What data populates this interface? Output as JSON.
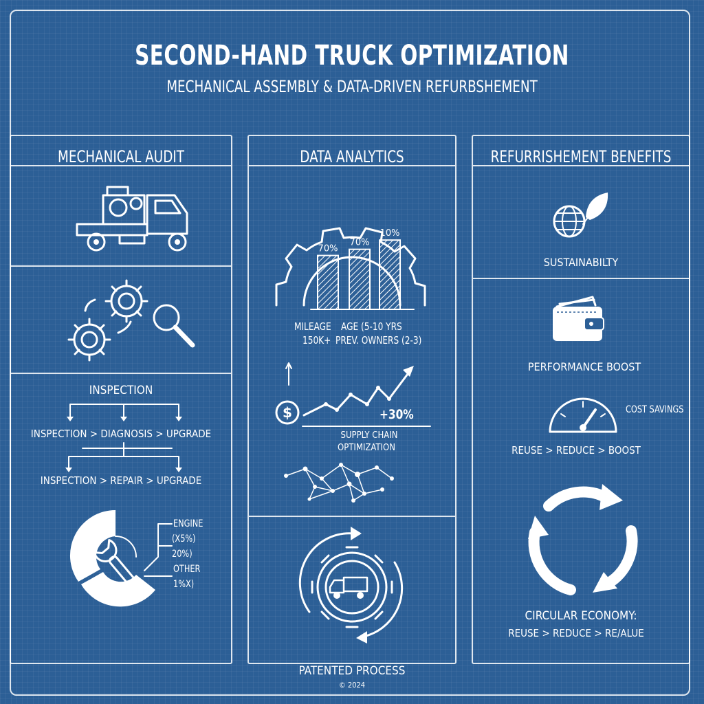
{
  "header": {
    "title": "SECOND-HAND TRUCK OPTIMIZATION",
    "subtitle": "MECHANICAL ASSEMBLY & DATA-DRIVEN REFURBSHEMENT"
  },
  "panels": {
    "mechanical": {
      "title": "MECHANICAL AUDIT",
      "flow_title": "INSPECTION",
      "flow1": "INSPECTION > DIAGNOSIS > UPGRADE",
      "flow2": "INSPECTION > REPAIR > UPGRADE",
      "legend": {
        "engine": "ENGINE",
        "engine_pct": "(X5%)",
        "mid_pct": "20%)",
        "other": "OTHER",
        "other_pct": "1%X)"
      }
    },
    "analytics": {
      "title": "DATA ANALYTICS",
      "bars": [
        {
          "label": "70%",
          "value": 70
        },
        {
          "label": "70%",
          "value": 78
        },
        {
          "label": "10%",
          "value": 90
        }
      ],
      "labels": {
        "mileage": "MILEAGE",
        "mileage_value": "150K+",
        "age": "AGE (5-10 YRS",
        "owners": "PREV. OWNERS (2-3)"
      },
      "growth": "+30%",
      "supply_line1": "SUPPLY CHAIN",
      "supply_line2": "OPTIMIZATION"
    },
    "benefits": {
      "title": "REFURRISHEMENT BENEFITS",
      "sustainability": "SUSTAINABILTY",
      "performance": "PERFORMANCE BOOST",
      "cost_savings": "COST SAVINGS",
      "reuse_boost": "REUSE > REDUCE > BOOST",
      "circular_title": "CIRCULAR ECONOMY:",
      "circular_flow": "REUSE > REDUCE > RE/ALUE"
    }
  },
  "footer": {
    "process": "PATENTED PROCESS",
    "copyright": "© 2024"
  }
}
